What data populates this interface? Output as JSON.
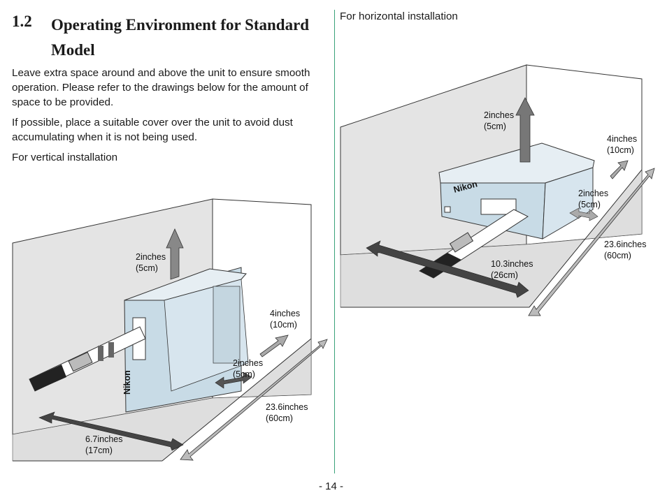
{
  "section": {
    "number": "1.2",
    "title": "Operating Environment for Standard Model"
  },
  "paragraphs": [
    "Leave extra space around and above the unit to ensure smooth operation.  Please refer to the drawings below for the amount of space to be provided.",
    "If possible, place a suitable cover over the unit to avoid dust accumulating when it is not being used."
  ],
  "figures": {
    "vertical": {
      "caption": "For vertical installation",
      "top": [
        "2inches",
        "(5cm)"
      ],
      "back": [
        "4inches",
        "(10cm)"
      ],
      "side": [
        "2inches",
        "(5cm)"
      ],
      "depth": [
        "23.6inches",
        "(60cm)"
      ],
      "width": [
        "6.7inches",
        "(17cm)"
      ],
      "brand": "Nikon"
    },
    "horizontal": {
      "caption": "For horizontal installation",
      "top": [
        "2inches",
        "(5cm)"
      ],
      "back": [
        "4inches",
        "(10cm)"
      ],
      "side": [
        "2inches",
        "(5cm)"
      ],
      "depth": [
        "23.6inches",
        "(60cm)"
      ],
      "width": [
        "10.3inches",
        "(26cm)"
      ],
      "brand": "Nikon"
    }
  },
  "page_number": "- 14 -"
}
